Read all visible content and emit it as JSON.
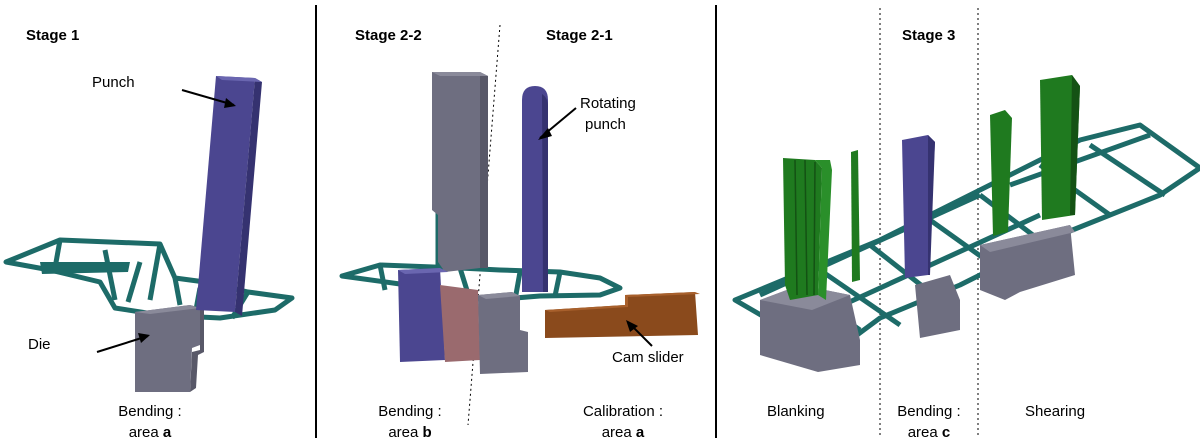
{
  "colors": {
    "strip": "#1d6b68",
    "strip_light": "#2a8a86",
    "punch_blue": "#4b4690",
    "die_gray": "#6e6e80",
    "cam_brown": "#8a4a1c",
    "green": "#1f7a1f",
    "pink": "#9a6a6e",
    "divider": "#000000"
  },
  "panels": {
    "stage1": {
      "header": "Stage 1",
      "labels": {
        "punch": "Punch",
        "die": "Die"
      },
      "caption": {
        "line1": "Bending :",
        "line2_prefix": "area ",
        "line2_bold": "a"
      }
    },
    "stage2": {
      "header_left": "Stage 2-2",
      "header_right": "Stage 2-1",
      "labels": {
        "rotating_line1": "Rotating",
        "rotating_line2": "punch",
        "cam": "Cam slider"
      },
      "caption_left": {
        "line1": "Bending :",
        "line2_prefix": "area ",
        "line2_bold": "b"
      },
      "caption_right": {
        "line1": "Calibration :",
        "line2_prefix": "area ",
        "line2_bold": "a"
      }
    },
    "stage3": {
      "header": "Stage 3",
      "caption_blanking": "Blanking",
      "caption_bending": {
        "line1": "Bending :",
        "line2_prefix": "area ",
        "line2_bold": "c"
      },
      "caption_shearing": "Shearing"
    }
  }
}
